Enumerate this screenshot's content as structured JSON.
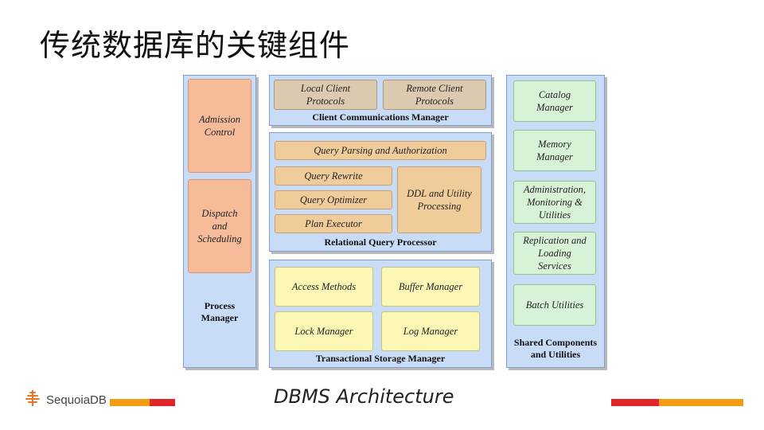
{
  "title": "传统数据库的关键组件",
  "subtitle": "DBMS Architecture",
  "logo": {
    "text": "SequoiaDB",
    "icon": "sequoia-tree-icon"
  },
  "colors": {
    "panel": "#c9dcf7",
    "orange": "#f6bc9a",
    "tan": "#dccab0",
    "sand": "#f1cc9b",
    "yellow": "#fcf7b4",
    "green": "#d8f2d8",
    "bar_red": "#e0262a",
    "bar_orange": "#f39c12"
  },
  "process_manager": {
    "label": "Process\nManager",
    "boxes": [
      "Admission\nControl",
      "Dispatch\nand\nScheduling"
    ]
  },
  "client_comm": {
    "label": "Client Communications Manager",
    "boxes": [
      "Local Client\nProtocols",
      "Remote Client\nProtocols"
    ]
  },
  "query_processor": {
    "label": "Relational Query Processor",
    "parsing": "Query Parsing and Authorization",
    "rewrite": "Query Rewrite",
    "optimizer": "Query Optimizer",
    "executor": "Plan Executor",
    "ddl": "DDL and Utility\nProcessing"
  },
  "storage_manager": {
    "label": "Transactional Storage Manager",
    "boxes": [
      "Access Methods",
      "Buffer Manager",
      "Lock Manager",
      "Log Manager"
    ]
  },
  "shared": {
    "label": "Shared Components\nand Utilities",
    "boxes": [
      "Catalog\nManager",
      "Memory\nManager",
      "Administration,\nMonitoring &\nUtilities",
      "Replication and\nLoading\nServices",
      "Batch Utilities"
    ]
  }
}
